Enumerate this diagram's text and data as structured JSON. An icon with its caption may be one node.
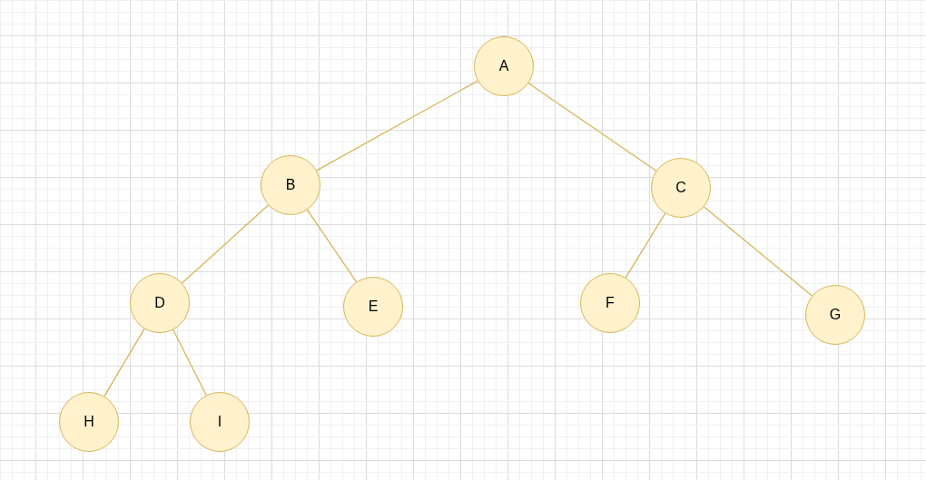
{
  "diagram": {
    "nodes": [
      {
        "text": [
          "A"
        ]
      },
      {
        "text": [
          "B"
        ]
      },
      {
        "text": [
          "C"
        ]
      },
      {
        "text": [
          "D"
        ]
      },
      {
        "text": [
          "E"
        ]
      },
      {
        "text": [
          "F"
        ]
      },
      {
        "text": [
          "G"
        ]
      },
      {
        "text": [
          "H"
        ]
      },
      {
        "text": [
          "I"
        ]
      }
    ],
    "edges": [
      {
        "from": 0,
        "to": 1,
        "arrow": "none"
      },
      {
        "from": 0,
        "to": 2,
        "arrow": "none"
      },
      {
        "from": 1,
        "to": 3,
        "arrow": "none"
      },
      {
        "from": 1,
        "to": 4,
        "arrow": "none"
      },
      {
        "from": 2,
        "to": 5,
        "arrow": "none"
      },
      {
        "from": 2,
        "to": 6,
        "arrow": "none"
      },
      {
        "from": 3,
        "to": 7,
        "arrow": "none"
      },
      {
        "from": 3,
        "to": 8,
        "arrow": "none"
      }
    ]
  }
}
